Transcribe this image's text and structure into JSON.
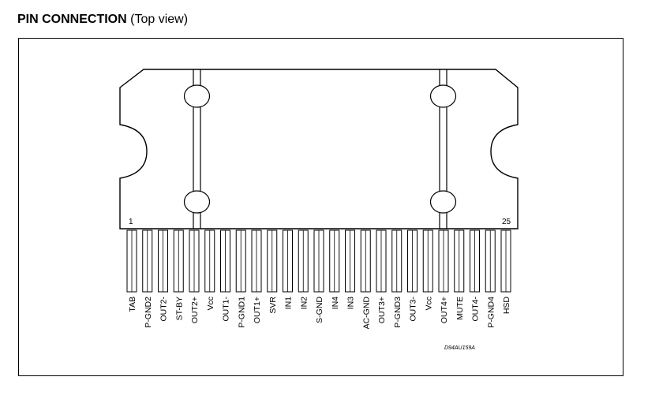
{
  "header": {
    "title_bold": "PIN CONNECTION",
    "title_paren": "(Top view)"
  },
  "package": {
    "first_pin_number": "1",
    "last_pin_number": "25",
    "drawing_code": "D94AU159A"
  },
  "pins": [
    "TAB",
    "P-GND2",
    "OUT2-",
    "ST-BY",
    "OUT2+",
    "Vcc",
    "OUT1-",
    "P-GND1",
    "OUT1+",
    "SVR",
    "IN1",
    "IN2",
    "S-GND",
    "IN4",
    "IN3",
    "AC-GND",
    "OUT3+",
    "P-GND3",
    "OUT3-",
    "Vcc",
    "OUT4+",
    "MUTE",
    "OUT4-",
    "P-GND4",
    "HSD"
  ]
}
